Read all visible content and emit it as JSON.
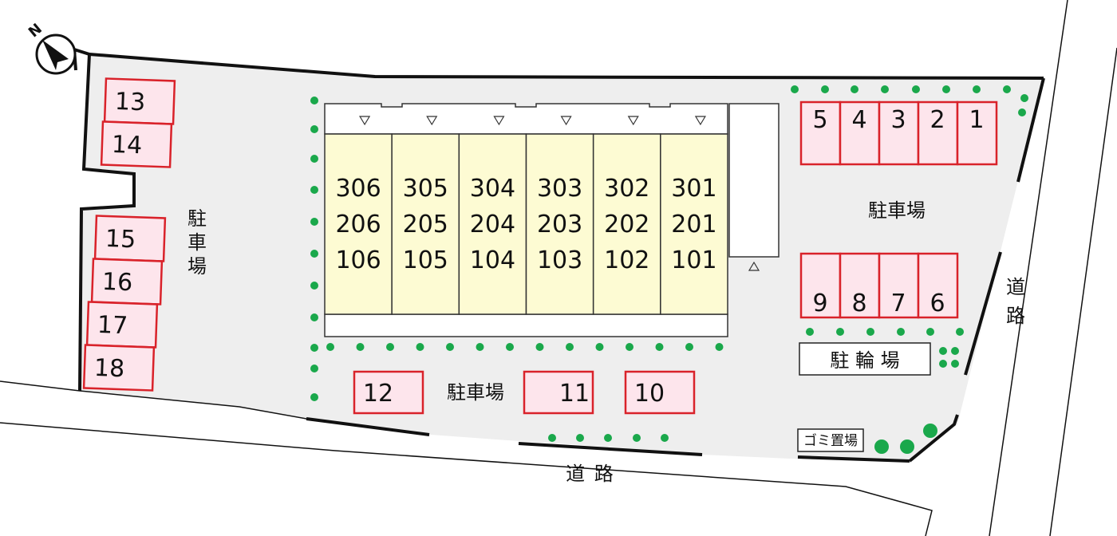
{
  "north_label": "N",
  "labels": {
    "parking_west": "駐車場",
    "parking_east": "駐車場",
    "parking_south": "駐車場",
    "bicycle_parking": "駐 輪 場",
    "garbage": "ゴミ置場",
    "road_south": "道 路",
    "road_east": "道路"
  },
  "parking_spaces": {
    "west": [
      "13",
      "14",
      "15",
      "16",
      "17",
      "18"
    ],
    "east_top": [
      "5",
      "4",
      "3",
      "2",
      "1"
    ],
    "east_bottom": [
      "9",
      "8",
      "7",
      "6"
    ],
    "south": [
      "12",
      "11",
      "10"
    ]
  },
  "units": {
    "columns": [
      [
        "306",
        "206",
        "106"
      ],
      [
        "305",
        "205",
        "105"
      ],
      [
        "304",
        "204",
        "104"
      ],
      [
        "303",
        "203",
        "103"
      ],
      [
        "302",
        "202",
        "102"
      ],
      [
        "301",
        "201",
        "101"
      ]
    ]
  },
  "colors": {
    "background": "#ffffff",
    "lot": "#eeeeee",
    "building": "#fdfbd3",
    "parking_fill": "#fde5ec",
    "parking_border": "#d9222a",
    "tree": "#1aa84b",
    "line": "#111111"
  }
}
